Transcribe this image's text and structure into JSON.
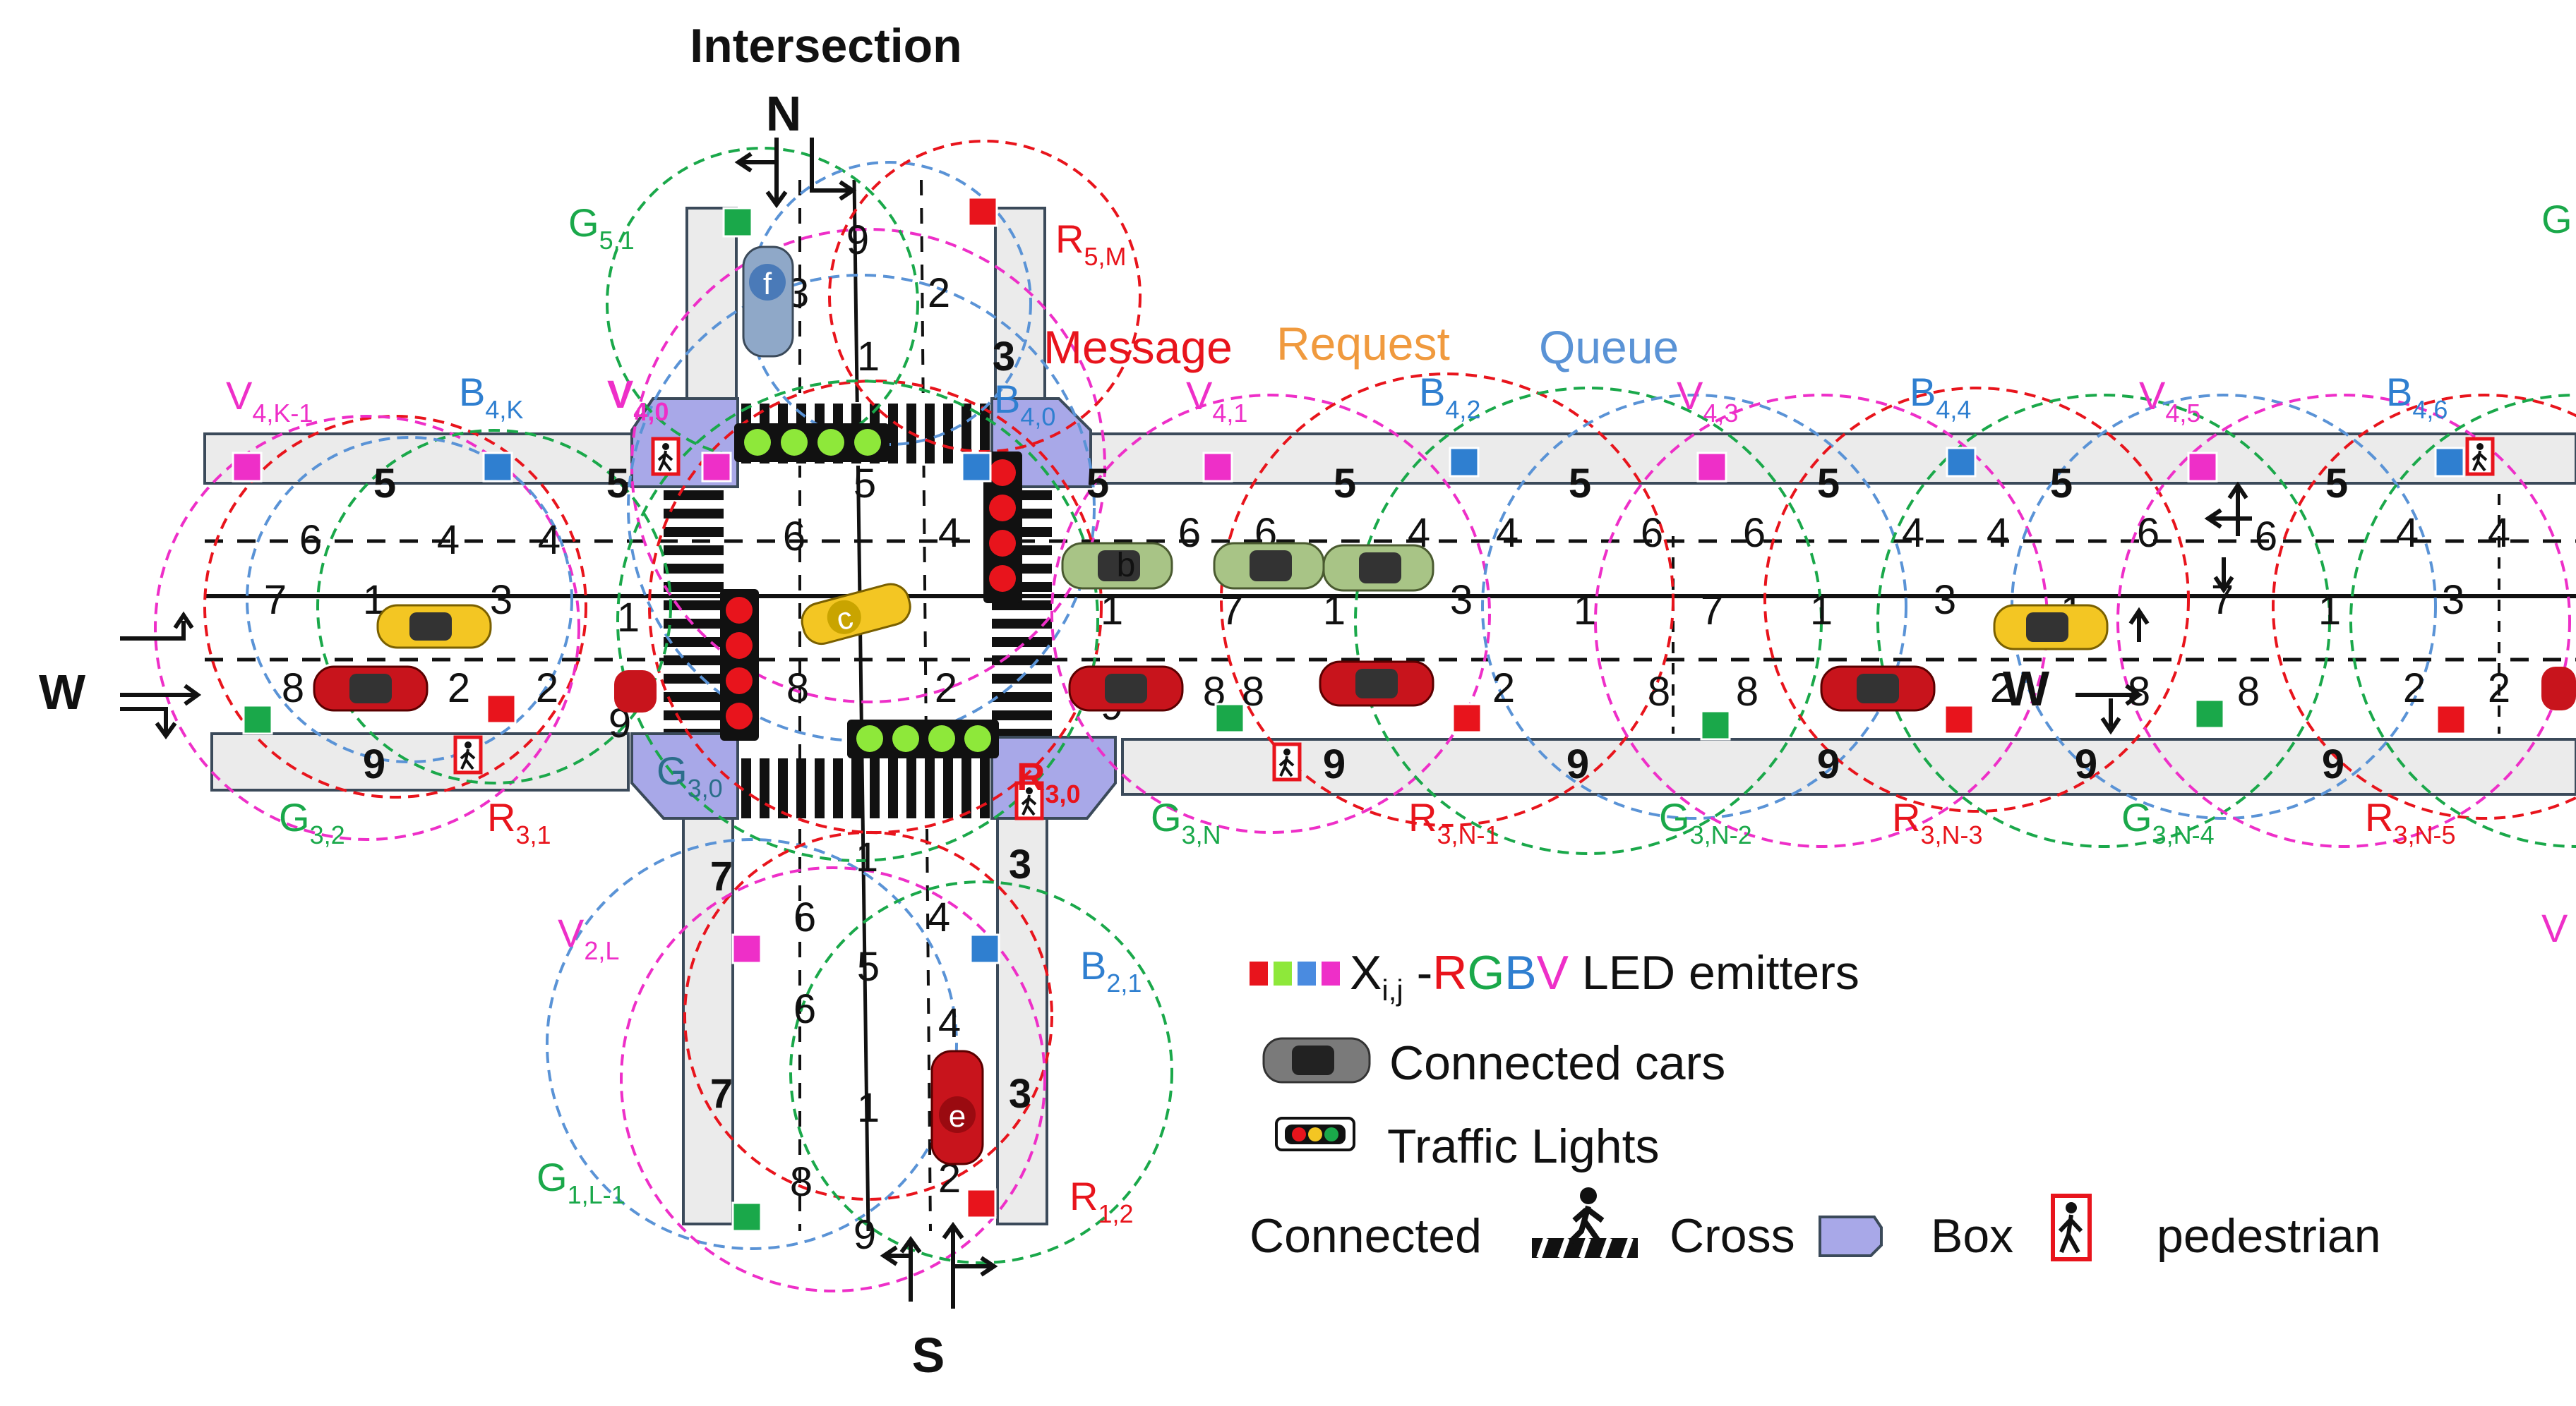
{
  "title": "Intersection",
  "directions": {
    "north": "N",
    "south": "S",
    "west": "W",
    "west_mid": "W"
  },
  "colors": {
    "red": "#e8141c",
    "green": "#1aa84a",
    "blue": "#2f7fd0",
    "violet": "#ee2fc8",
    "orange": "#f09a3e",
    "queue_blue": "#5a93d6",
    "lime": "#9be33a",
    "box": "#a8a8e8",
    "road": "#ebebeb",
    "road_edge": "#3b4a5a"
  },
  "regions": {
    "message": "Message",
    "request": "Request",
    "queue": "Queue"
  },
  "emitters": {
    "G51": {
      "main": "G",
      "sub": "5,1"
    },
    "R5M": {
      "main": "R",
      "sub": "5,M"
    },
    "V4K1": {
      "main": "V",
      "sub": "4,K-1"
    },
    "B4K": {
      "main": "B",
      "sub": "4,K"
    },
    "V40": {
      "main": "V",
      "sub": "4,0"
    },
    "B40": {
      "main": "B",
      "sub": "4,0"
    },
    "V41": {
      "main": "V",
      "sub": "4,1"
    },
    "B42": {
      "main": "B",
      "sub": "4,2"
    },
    "V43": {
      "main": "V",
      "sub": "4,3"
    },
    "B44": {
      "main": "B",
      "sub": "4,4"
    },
    "V45": {
      "main": "V",
      "sub": "4,5"
    },
    "B46": {
      "main": "B",
      "sub": "4,6"
    },
    "G32": {
      "main": "G",
      "sub": "3,2"
    },
    "R31": {
      "main": "R",
      "sub": "3,1"
    },
    "G30": {
      "main": "G",
      "sub": "3,0"
    },
    "R30": {
      "main": "R",
      "sub": "3,0"
    },
    "G3N": {
      "main": "G",
      "sub": "3,N"
    },
    "R3N1": {
      "main": "R",
      "sub": "3,N-1"
    },
    "G3N2": {
      "main": "G",
      "sub": "3,N-2"
    },
    "R3N3": {
      "main": "R",
      "sub": "3,N-3"
    },
    "G3N4": {
      "main": "G",
      "sub": "3,N-4"
    },
    "R3N5": {
      "main": "R",
      "sub": "3,N-5"
    },
    "V2L": {
      "main": "V",
      "sub": "2,L"
    },
    "B21": {
      "main": "B",
      "sub": "2,1"
    },
    "G1L1": {
      "main": "G",
      "sub": "1,L-1"
    },
    "R12": {
      "main": "R",
      "sub": "1,2"
    }
  },
  "cars": {
    "b": "b",
    "c": "c",
    "e": "e",
    "f": "f"
  },
  "legend": {
    "emitters_var": "X",
    "emitters_sub": "i,j",
    "emitters_dash": " -",
    "r": "R",
    "g": "G",
    "b": "B",
    "v": "V",
    "emitters_rest": " LED emitters",
    "cars": "Connected cars",
    "lights": "Traffic Lights",
    "connected": "Connected",
    "cross": "Cross",
    "box": "Box",
    "pedestrian": "pedestrian"
  }
}
